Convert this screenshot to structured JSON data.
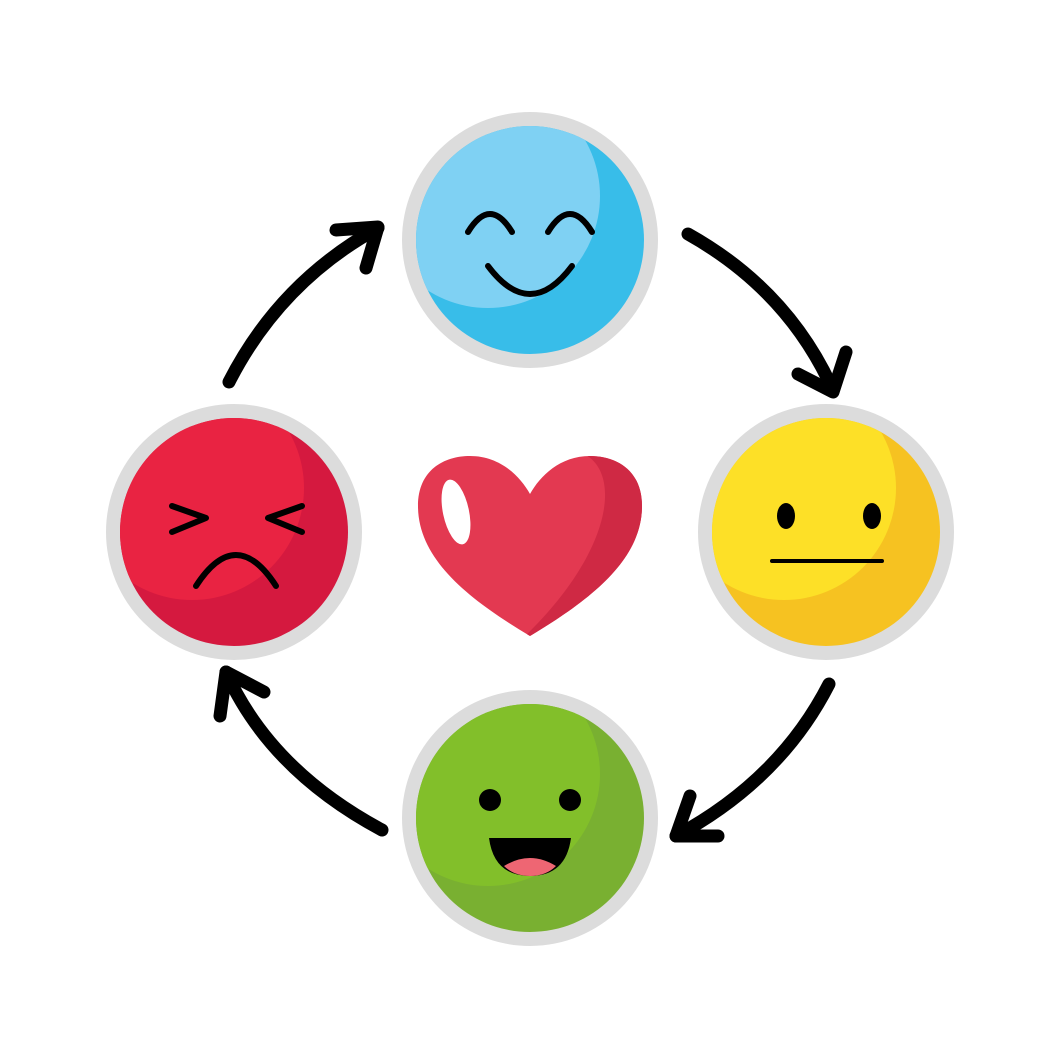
{
  "diagram": {
    "type": "emotion-cycle",
    "direction": "clockwise",
    "palette": {
      "background": "#ffffff",
      "ring": "#dcdcdc",
      "stroke": "#000000"
    },
    "nodes": [
      {
        "id": "happy",
        "icon": "smiling-face-icon",
        "face_color": "#38bde9",
        "highlight_color": "#7fd1f3"
      },
      {
        "id": "neutral",
        "icon": "neutral-face-icon",
        "face_color": "#f6c221",
        "highlight_color": "#fde027"
      },
      {
        "id": "joyful",
        "icon": "laughing-face-icon",
        "face_color": "#79b031",
        "highlight_color": "#82bf2a"
      },
      {
        "id": "upset",
        "icon": "angry-face-icon",
        "face_color": "#d5193f",
        "highlight_color": "#e92342"
      }
    ],
    "center": {
      "icon": "heart-icon",
      "color": "#e33951",
      "shade_color": "#cf2944",
      "shine_color": "#ffffff"
    },
    "arrows": [
      {
        "from": "happy",
        "to": "neutral",
        "icon": "arrow-icon"
      },
      {
        "from": "neutral",
        "to": "joyful",
        "icon": "arrow-icon"
      },
      {
        "from": "joyful",
        "to": "upset",
        "icon": "arrow-icon"
      },
      {
        "from": "upset",
        "to": "happy",
        "icon": "arrow-icon"
      }
    ]
  }
}
